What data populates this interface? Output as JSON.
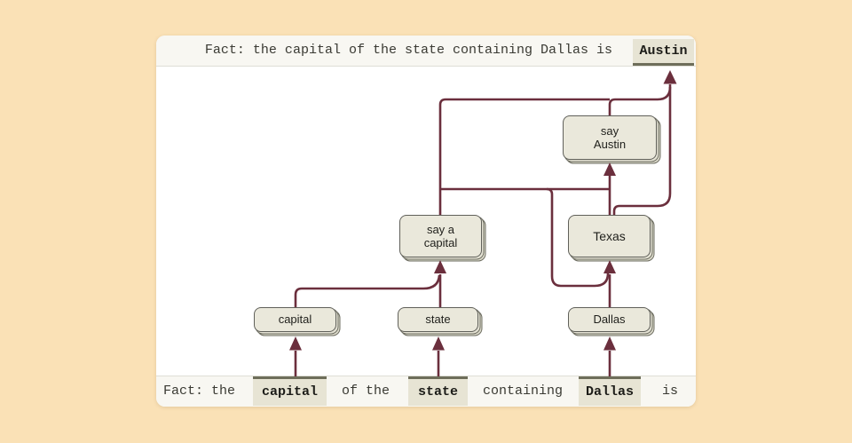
{
  "top_bar": {
    "prompt_text": "Fact: the capital of the state containing Dallas is",
    "answer_token": "Austin"
  },
  "bottom_bar": {
    "items": [
      {
        "text": "Fact: the",
        "highlighted": false
      },
      {
        "text": "capital",
        "highlighted": true
      },
      {
        "text": "of the",
        "highlighted": false
      },
      {
        "text": "state",
        "highlighted": true
      },
      {
        "text": "containing",
        "highlighted": false
      },
      {
        "text": "Dallas",
        "highlighted": true
      },
      {
        "text": "is",
        "highlighted": false
      }
    ]
  },
  "graph": {
    "nodes": [
      {
        "id": "say-austin",
        "label_lines": [
          "say",
          "Austin"
        ]
      },
      {
        "id": "say-a-capital",
        "label_lines": [
          "say a",
          "capital"
        ]
      },
      {
        "id": "texas",
        "label_lines": [
          "Texas"
        ]
      },
      {
        "id": "capital",
        "label_lines": [
          "capital"
        ]
      },
      {
        "id": "state",
        "label_lines": [
          "state"
        ]
      },
      {
        "id": "dallas",
        "label_lines": [
          "Dallas"
        ]
      }
    ],
    "edges": [
      {
        "from": "prompt-token-capital",
        "to": "capital"
      },
      {
        "from": "prompt-token-state",
        "to": "state"
      },
      {
        "from": "prompt-token-dallas",
        "to": "dallas"
      },
      {
        "from": "capital",
        "to": "say-a-capital"
      },
      {
        "from": "state",
        "to": "say-a-capital"
      },
      {
        "from": "dallas",
        "to": "texas"
      },
      {
        "from": "state",
        "to": "texas"
      },
      {
        "from": "say-a-capital",
        "to": "say-austin"
      },
      {
        "from": "texas",
        "to": "say-austin"
      },
      {
        "from": "say-austin",
        "to": "austin-output"
      },
      {
        "from": "texas",
        "to": "austin-output"
      },
      {
        "from": "say-a-capital",
        "to": "austin-output"
      }
    ]
  },
  "colors": {
    "page_background": "#fae1b6",
    "card_background": "#ffffff",
    "bar_background": "#f8f7f2",
    "token_fill": "#e7e4d4",
    "token_accent": "#6e6e5a",
    "node_fill": "#eae8db",
    "node_border": "#60605a",
    "edge": "#6b2f3d"
  }
}
